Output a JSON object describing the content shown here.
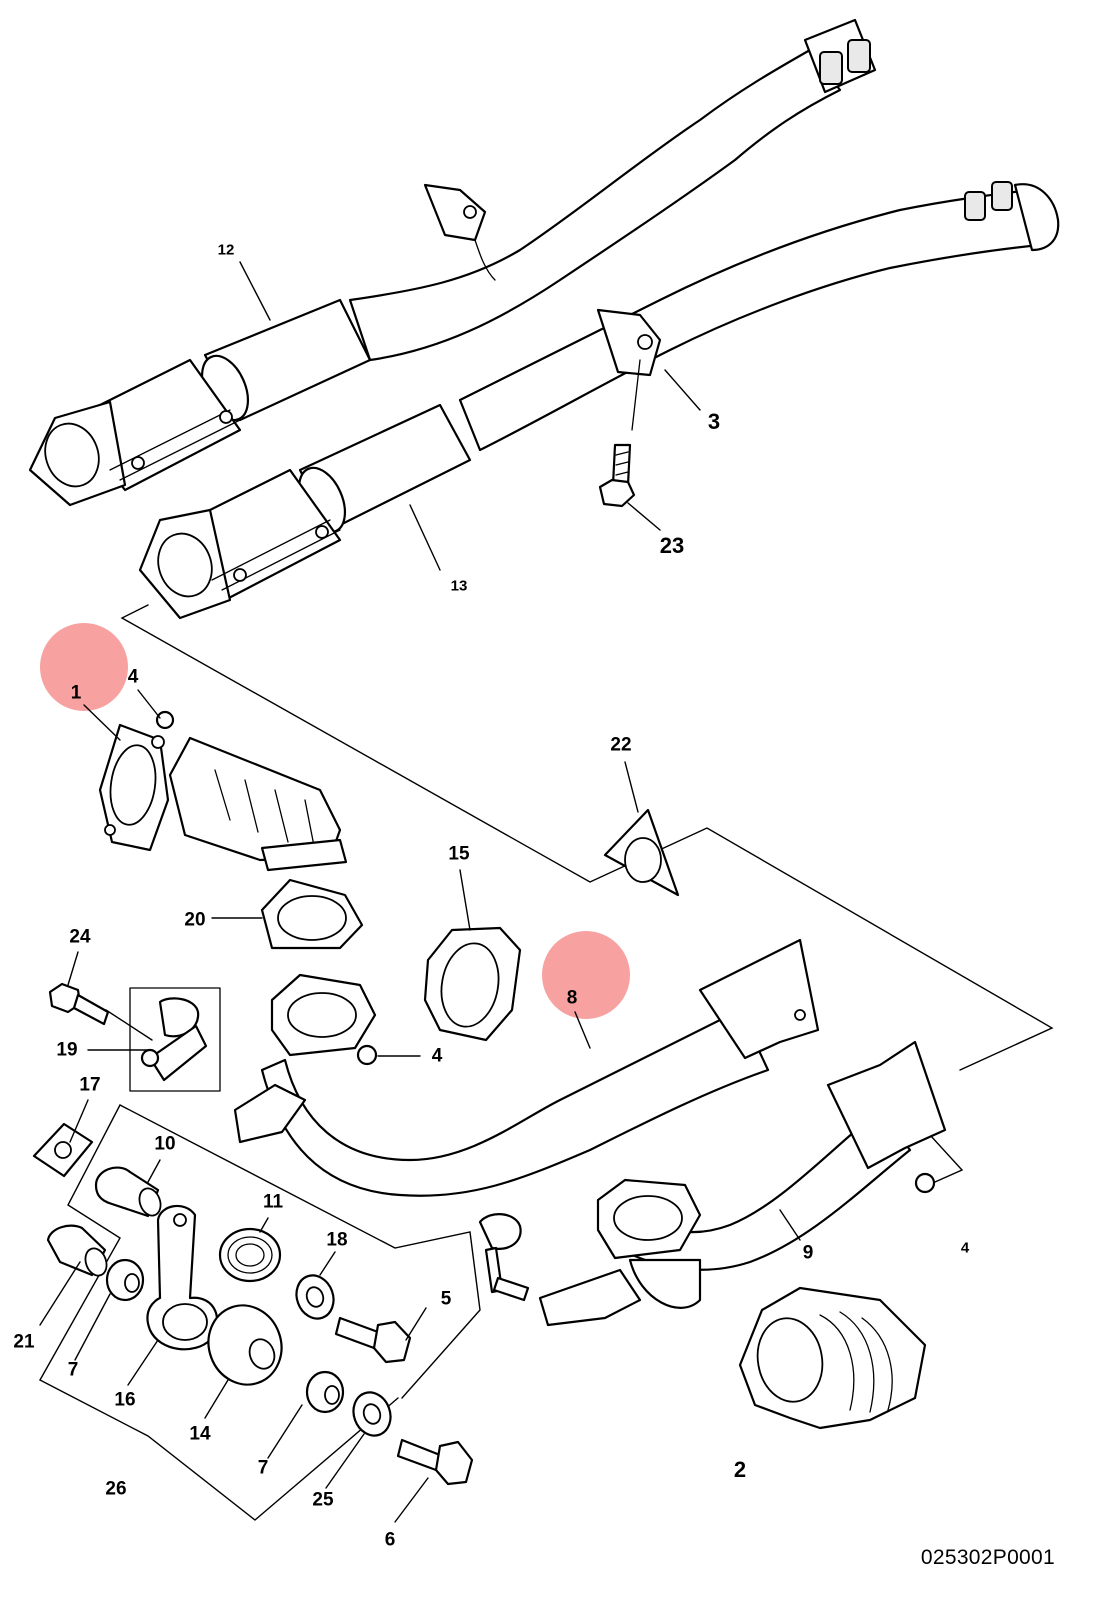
{
  "diagram": {
    "reference_code": "025302P0001",
    "highlight_color": "#f7a1a1",
    "highlighted_callouts": [
      "1",
      "8"
    ],
    "callouts": {
      "c1": "1",
      "c2": "2",
      "c3": "3",
      "c4a": "4",
      "c4b": "4",
      "c4c": "4",
      "c5": "5",
      "c6": "6",
      "c7a": "7",
      "c7b": "7",
      "c8": "8",
      "c9": "9",
      "c10": "10",
      "c11": "11",
      "c12": "12",
      "c13": "13",
      "c14": "14",
      "c15": "15",
      "c16": "16",
      "c17": "17",
      "c18": "18",
      "c19": "19",
      "c20": "20",
      "c21": "21",
      "c22": "22",
      "c23": "23",
      "c24": "24",
      "c25": "25",
      "c26": "26"
    }
  }
}
